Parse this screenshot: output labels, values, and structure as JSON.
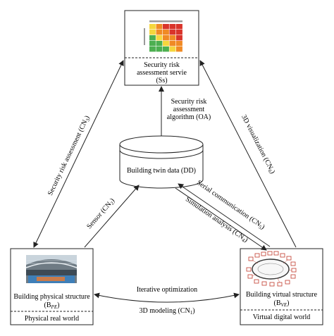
{
  "nodes": {
    "ss": {
      "title_line1": "Security risk",
      "title_line2": "assessment servie",
      "code": "(Ss)"
    },
    "dd": {
      "label": "Building twin data (DD)"
    },
    "bpe": {
      "title_line1": "Building physical structure",
      "code_main": "(B",
      "code_sub": "PE",
      "code_end": ")",
      "footer": "Physical real world"
    },
    "bve": {
      "title_line1": "Building virtual structure",
      "code_main": "(B",
      "code_sub": "VE",
      "code_end": ")",
      "footer": "Virtual digital world"
    }
  },
  "edges": {
    "oa": {
      "line1": "Security risk",
      "line2": "assessment",
      "line3": "algorithm (OA)"
    },
    "cn3": {
      "main": "Security risk assessment (CN",
      "sub": "3",
      "end": ")"
    },
    "cn6": {
      "main": "3D visualization (CN",
      "sub": "6",
      "end": ")"
    },
    "cn2": {
      "main": "Sensor (CN",
      "sub": "2",
      "end": ")"
    },
    "cn5": {
      "main": "Serial communication (CN",
      "sub": "5",
      "end": ")"
    },
    "cn4": {
      "main": "Simulation analysis (CN",
      "sub": "4",
      "end": ")"
    },
    "io": {
      "label": "Iterative optimization"
    },
    "cn1": {
      "main": "3D modeling (CN",
      "sub": "1",
      "end": ")"
    }
  },
  "colors": {
    "risk_red": "#d9342b",
    "risk_orange": "#f08a24",
    "risk_yellow": "#f5d63d",
    "risk_green": "#4caf50",
    "line": "#222222"
  }
}
